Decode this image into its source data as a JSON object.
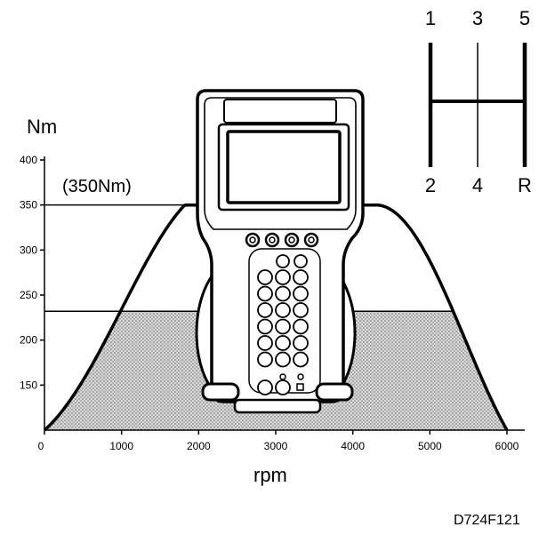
{
  "figure_id": "D724F121",
  "chart": {
    "ylabel": "Nm",
    "xlabel": "rpm",
    "annotation": "(350Nm)",
    "x_ticks": [
      "0",
      "1000",
      "2000",
      "3000",
      "4000",
      "5000",
      "6000"
    ],
    "y_ticks": [
      "150",
      "200",
      "250",
      "300",
      "350",
      "400"
    ],
    "peak_torque": 350,
    "shaded_level": 232,
    "xlim": [
      0,
      6000
    ],
    "ylim": [
      100,
      400
    ]
  },
  "gear_pattern": {
    "top": [
      "1",
      "3",
      "5"
    ],
    "bottom": [
      "2",
      "4",
      "R"
    ]
  },
  "colors": {
    "ink": "#000000",
    "shade": "#d9d9d9",
    "paper": "#ffffff"
  },
  "icons": [
    "scan-tool-icon"
  ]
}
